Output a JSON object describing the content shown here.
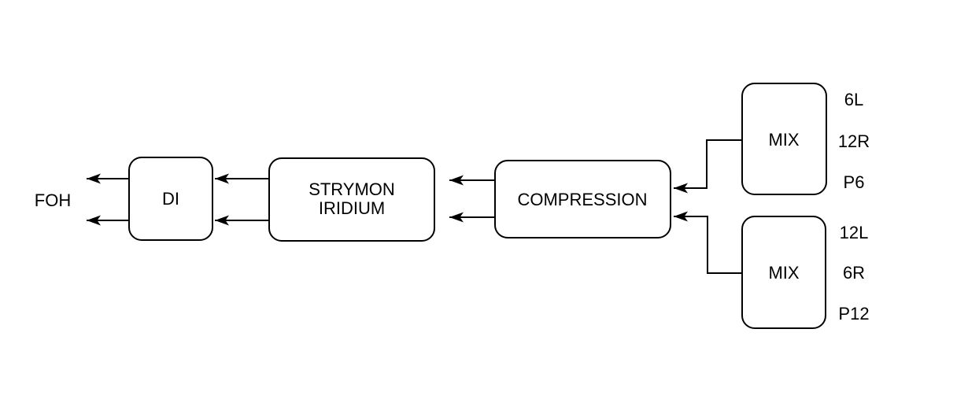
{
  "diagram": {
    "colors": {
      "background": "#ffffff",
      "stroke": "#000000",
      "text": "#000000"
    },
    "output_label": "FOH",
    "nodes": {
      "di": {
        "label": "DI"
      },
      "strymon_iridium": {
        "label_line1": "STRYMON",
        "label_line2": "IRIDIUM"
      },
      "compression": {
        "label": "COMPRESSION"
      },
      "mix_top": {
        "label": "MIX",
        "channels": [
          "6L",
          "12R",
          "P6"
        ]
      },
      "mix_bottom": {
        "label": "MIX",
        "channels": [
          "12L",
          "6R",
          "P12"
        ]
      }
    }
  }
}
